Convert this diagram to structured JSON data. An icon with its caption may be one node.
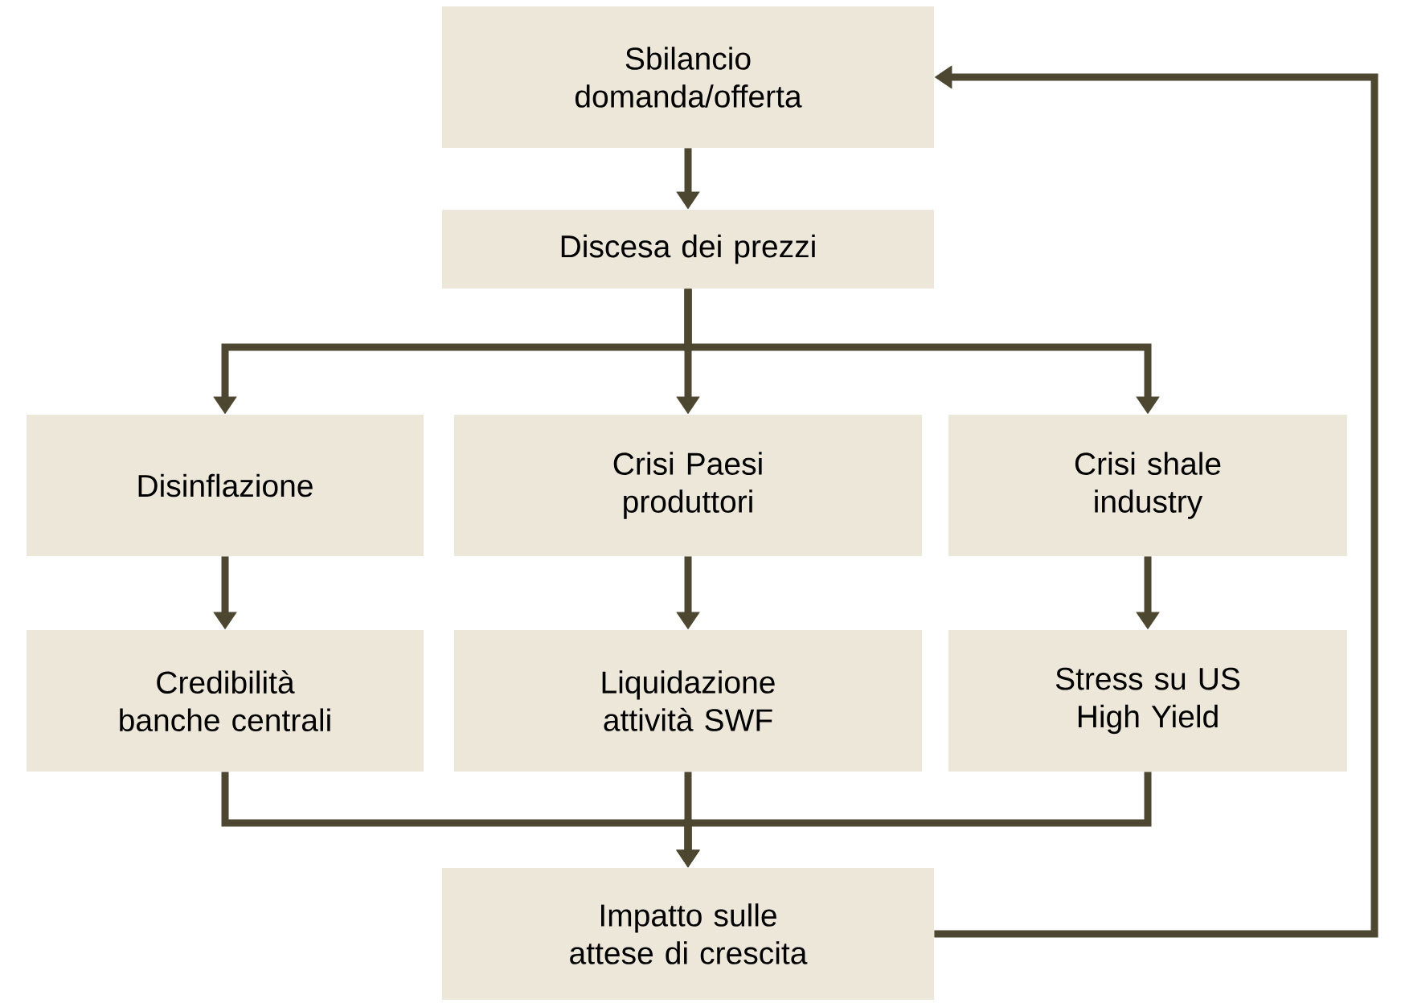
{
  "diagram": {
    "nodes": [
      {
        "text": [
          "Sbilancio domanda/offerta"
        ]
      },
      {
        "text": [
          "Discesa dei prezzi"
        ]
      },
      {
        "text": [
          "Disinflazione"
        ]
      },
      {
        "text": [
          "Crisi Paesi produttori"
        ]
      },
      {
        "text": [
          "Crisi shale industry"
        ]
      },
      {
        "text": [
          "Credibilità banche centrali"
        ]
      },
      {
        "text": [
          "Liquidazione attività SWF"
        ]
      },
      {
        "text": [
          "Stress su US High Yield"
        ]
      },
      {
        "text": [
          "Impatto sulle attese di crescita"
        ]
      }
    ],
    "edges": [
      {
        "from": 0,
        "to": 1,
        "arrow": "to"
      },
      {
        "from": 1,
        "to": 2,
        "arrow": "to"
      },
      {
        "from": 1,
        "to": 3,
        "arrow": "to"
      },
      {
        "from": 1,
        "to": 4,
        "arrow": "to"
      },
      {
        "from": 2,
        "to": 5,
        "arrow": "to"
      },
      {
        "from": 3,
        "to": 6,
        "arrow": "to"
      },
      {
        "from": 4,
        "to": 7,
        "arrow": "to"
      },
      {
        "from": 5,
        "to": 8,
        "arrow": "to"
      },
      {
        "from": 6,
        "to": 8,
        "arrow": "to"
      },
      {
        "from": 7,
        "to": 8,
        "arrow": "to"
      },
      {
        "from": 8,
        "to": 0,
        "arrow": "to"
      }
    ]
  }
}
